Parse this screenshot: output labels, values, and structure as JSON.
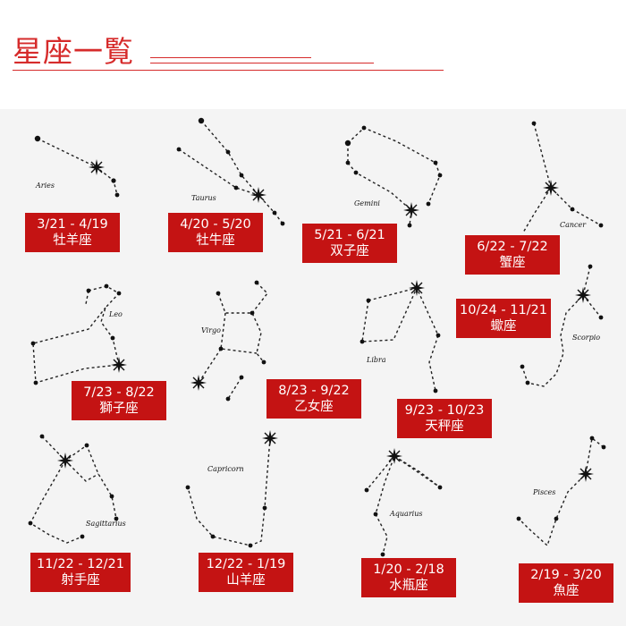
{
  "title": "星座一覧",
  "colors": {
    "accent": "#d62b2b",
    "label_bg": "#c41313",
    "board_bg": "#f4f4f4"
  },
  "constellations": [
    {
      "name_en": "Aries",
      "dates": "3/21 - 4/19",
      "name_jp": "牡羊座"
    },
    {
      "name_en": "Taurus",
      "dates": "4/20 - 5/20",
      "name_jp": "牡牛座"
    },
    {
      "name_en": "Gemini",
      "dates": "5/21 - 6/21",
      "name_jp": "双子座"
    },
    {
      "name_en": "Cancer",
      "dates": "6/22 - 7/22",
      "name_jp": "蟹座"
    },
    {
      "name_en": "Leo",
      "dates": "7/23 - 8/22",
      "name_jp": "獅子座"
    },
    {
      "name_en": "Virgo",
      "dates": "8/23 - 9/22",
      "name_jp": "乙女座"
    },
    {
      "name_en": "Libra",
      "dates": "9/23 - 10/23",
      "name_jp": "天秤座"
    },
    {
      "name_en": "Scorpio",
      "dates": "10/24 - 11/21",
      "name_jp": "蠍座"
    },
    {
      "name_en": "Sagittarius",
      "dates": "11/22 - 12/21",
      "name_jp": "射手座"
    },
    {
      "name_en": "Capricorn",
      "dates": "12/22 - 1/19",
      "name_jp": "山羊座"
    },
    {
      "name_en": "Aquarius",
      "dates": "1/20 - 2/18",
      "name_jp": "水瓶座"
    },
    {
      "name_en": "Pisces",
      "dates": "2/19 - 3/20",
      "name_jp": "魚座"
    }
  ]
}
